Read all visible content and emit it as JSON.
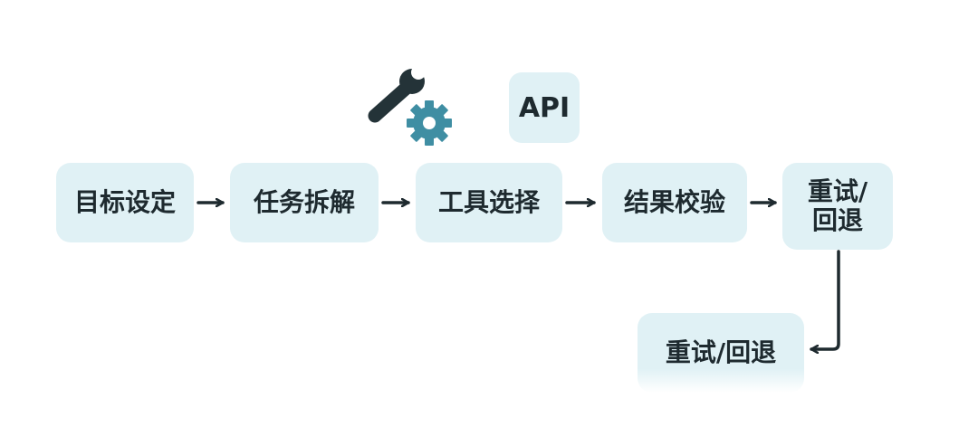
{
  "steps": [
    {
      "label": "目标设定"
    },
    {
      "label": "任务拆解"
    },
    {
      "label": "工具选择"
    },
    {
      "label": "结果校验"
    },
    {
      "label": "重试/回退"
    }
  ],
  "branch_step": {
    "label": "重试/回退"
  },
  "api_badge": {
    "label": "API"
  },
  "icons": {
    "tools": "wrench-gear-icon"
  },
  "colors": {
    "node_bg": "#e0f1f5",
    "text": "#1e2a2f",
    "arrow": "#1e2a2f",
    "wrench": "#243338",
    "gear": "#3f8ea3"
  }
}
